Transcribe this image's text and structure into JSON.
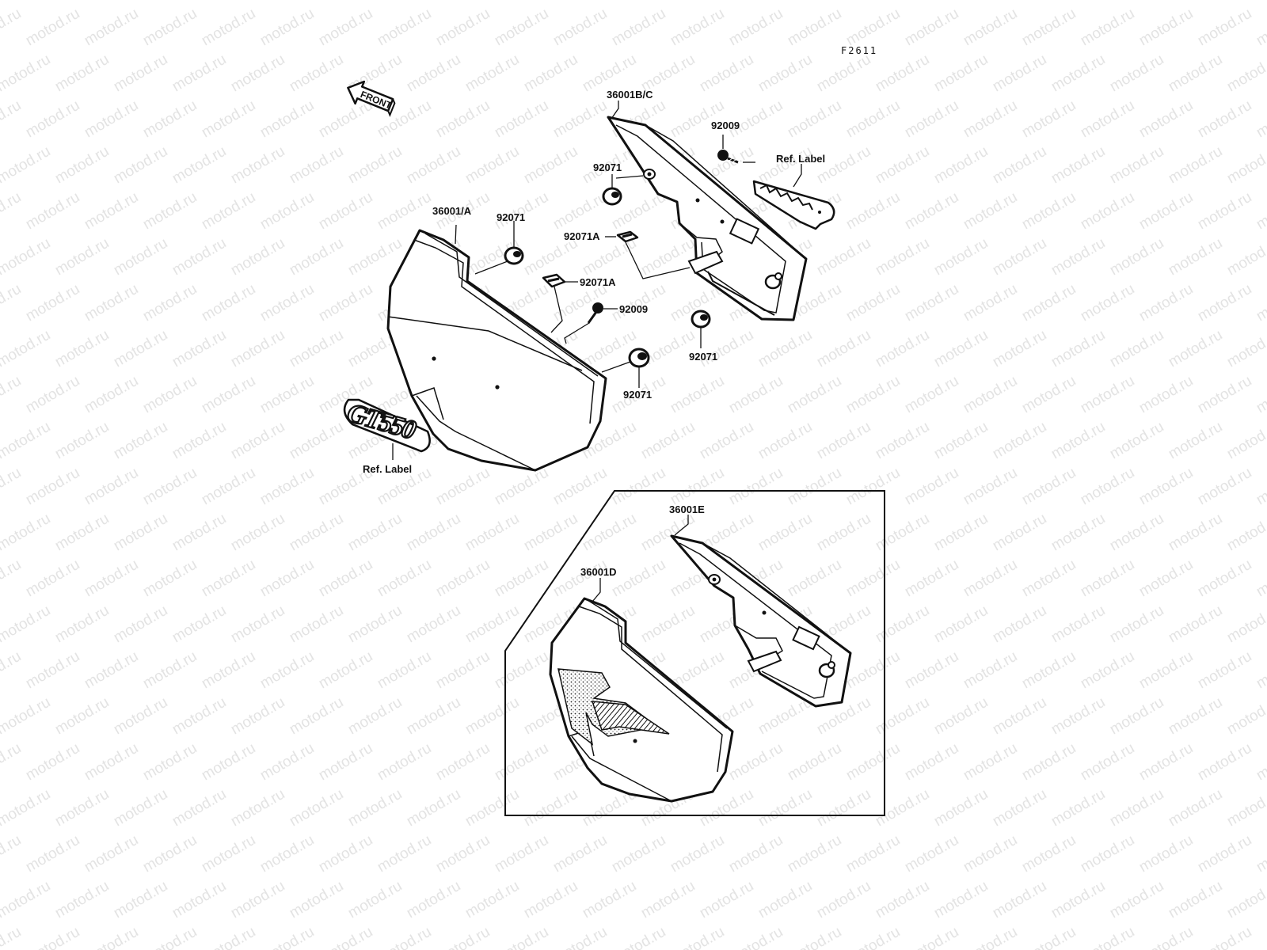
{
  "figure_code": "F2611",
  "watermark": "motod.ru",
  "arrow_label": "FRONT",
  "emblem_text": "GT550",
  "labels": {
    "p36001BC": "36001B/C",
    "p92009_top": "92009",
    "ref_label_top": "Ref. Label",
    "p92071_a": "92071",
    "p36001A": "36001/A",
    "p92071_b": "92071",
    "p92071A_top": "92071A",
    "p92071A_mid": "92071A",
    "p92009_mid": "92009",
    "p92071_c": "92071",
    "p92071_d": "92071",
    "ref_label_bottom": "Ref. Label",
    "p36001E": "36001E",
    "p36001D": "36001D"
  }
}
